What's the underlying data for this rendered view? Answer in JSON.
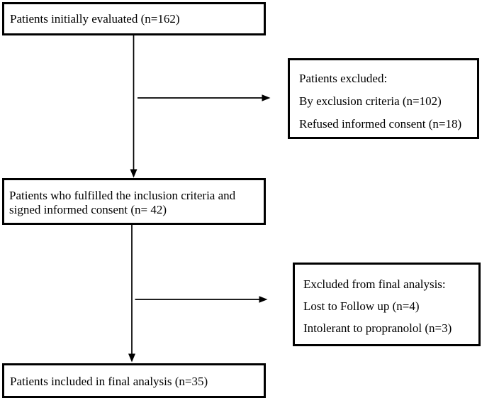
{
  "flowchart": {
    "colors": {
      "border": "#000000",
      "text": "#000000",
      "background": "#ffffff"
    },
    "boxes": [
      {
        "id": "initial-evaluation",
        "lines": [
          "Patients initially evaluated (n=162)"
        ]
      },
      {
        "id": "excluded-initial",
        "lines": [
          "Patients excluded:",
          "By exclusion criteria (n=102)",
          "Refused informed consent (n=18)"
        ]
      },
      {
        "id": "inclusion-consent",
        "lines": [
          "Patients who fulfilled the inclusion criteria and",
          "signed informed consent (n= 42)"
        ]
      },
      {
        "id": "excluded-final",
        "lines": [
          "Excluded from final analysis:",
          "Lost to Follow up (n=4)",
          "Intolerant to propranolol (n=3)"
        ]
      },
      {
        "id": "final-analysis",
        "lines": [
          "Patients included in final analysis (n=35)"
        ]
      }
    ],
    "arrows": [
      {
        "from": "initial-evaluation",
        "to": "inclusion-consent",
        "direction": "down"
      },
      {
        "from": "initial-evaluation",
        "to": "excluded-initial",
        "direction": "right"
      },
      {
        "from": "inclusion-consent",
        "to": "final-analysis",
        "direction": "down"
      },
      {
        "from": "inclusion-consent",
        "to": "excluded-final",
        "direction": "right"
      }
    ]
  }
}
